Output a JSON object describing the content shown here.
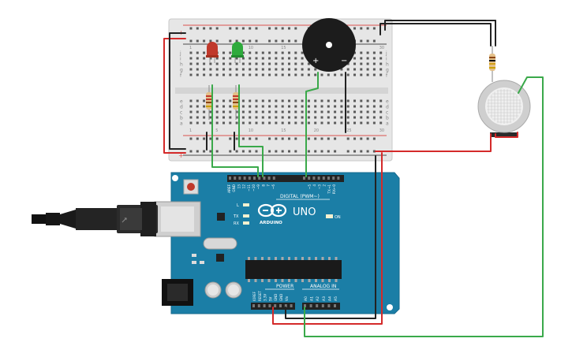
{
  "board": {
    "brand": "ARDUINO",
    "model": "UNO",
    "digital_label": "DIGITAL (PWM~)",
    "power_label": "POWER",
    "analog_label": "ANALOG IN",
    "on_label": "ON",
    "led_l": "L",
    "tx": "TX",
    "rx": "RX",
    "top_pins": [
      "AREF",
      "GND",
      "13",
      "12",
      "~11",
      "~10",
      "~9",
      "8",
      "7",
      "~6",
      "~5",
      "4",
      "~3",
      "2",
      "TX→1",
      "RX←0"
    ],
    "power_pins": [
      "IOREF",
      "RESET",
      "3.3V",
      "5V",
      "GND",
      "GND",
      "Vin"
    ],
    "analog_pins": [
      "A0",
      "A1",
      "A2",
      "A3",
      "A4",
      "A5"
    ]
  },
  "breadboard": {
    "row_letters": [
      "j",
      "i",
      "h",
      "g",
      "f",
      "e",
      "d",
      "c",
      "b",
      "a"
    ],
    "col_labels": [
      "1",
      "5",
      "10",
      "15",
      "20",
      "25",
      "30"
    ]
  },
  "buzzer": {
    "plus": "+",
    "minus": "−"
  },
  "colors": {
    "wire_red": "#d42a2a",
    "wire_black": "#222222",
    "wire_green": "#3aa94a",
    "board_teal": "#1b7ea6",
    "led_red": "#c0392b",
    "led_green": "#2eaa3c"
  }
}
